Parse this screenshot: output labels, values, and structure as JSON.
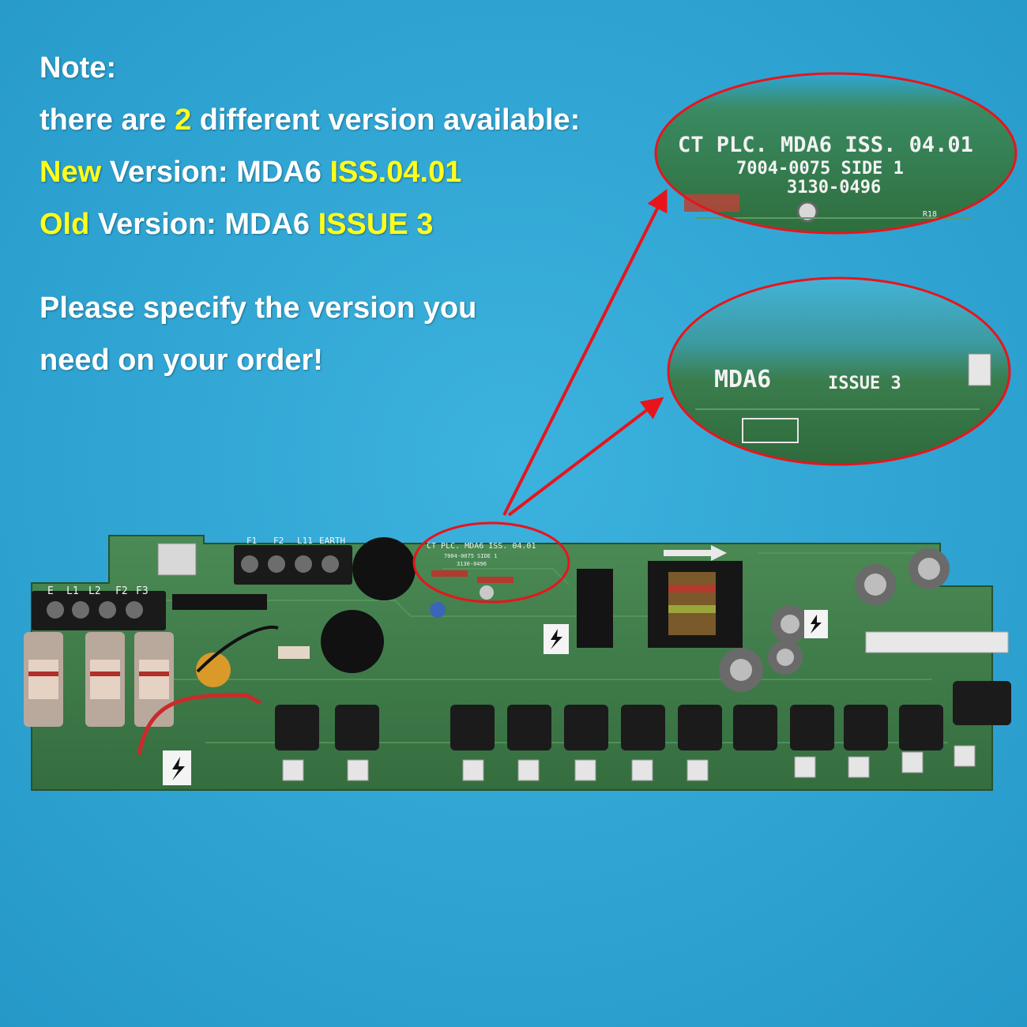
{
  "note": {
    "title": "Note:",
    "line1_pre": "there are ",
    "line1_num": "2",
    "line1_post": " different version available:",
    "new_label": "New",
    "new_mid": " Version: MDA6 ",
    "new_code": "ISS.04.01",
    "old_label": "Old",
    "old_mid": " Version: MDA6 ",
    "old_code": "ISSUE 3",
    "request_line1": "Please specify the version you",
    "request_line2": "need on your order!"
  },
  "zoom_new": {
    "line1": "CT PLC. MDA6 ISS. 04.01",
    "line2": "7004-0075 SIDE 1",
    "line3": "3130-0496",
    "ref": "R18"
  },
  "zoom_old": {
    "model": "MDA6",
    "issue": "ISSUE 3"
  },
  "board": {
    "silk_label": "CT PLC. MDA6 ISS. 04.01",
    "silk_sub1": "7004-0075 SIDE 1",
    "silk_sub2": "3130-0496",
    "terminal_labels_left": [
      "E",
      "L1",
      "L2",
      "F2",
      "F3"
    ],
    "terminal_labels_top": [
      "F1",
      "F2",
      "L11",
      "EARTH"
    ]
  },
  "colors": {
    "background": "#2fa7d6",
    "highlight": "#ffff1a",
    "annotation": "#e8141c",
    "pcb": "#3f7d4a"
  }
}
